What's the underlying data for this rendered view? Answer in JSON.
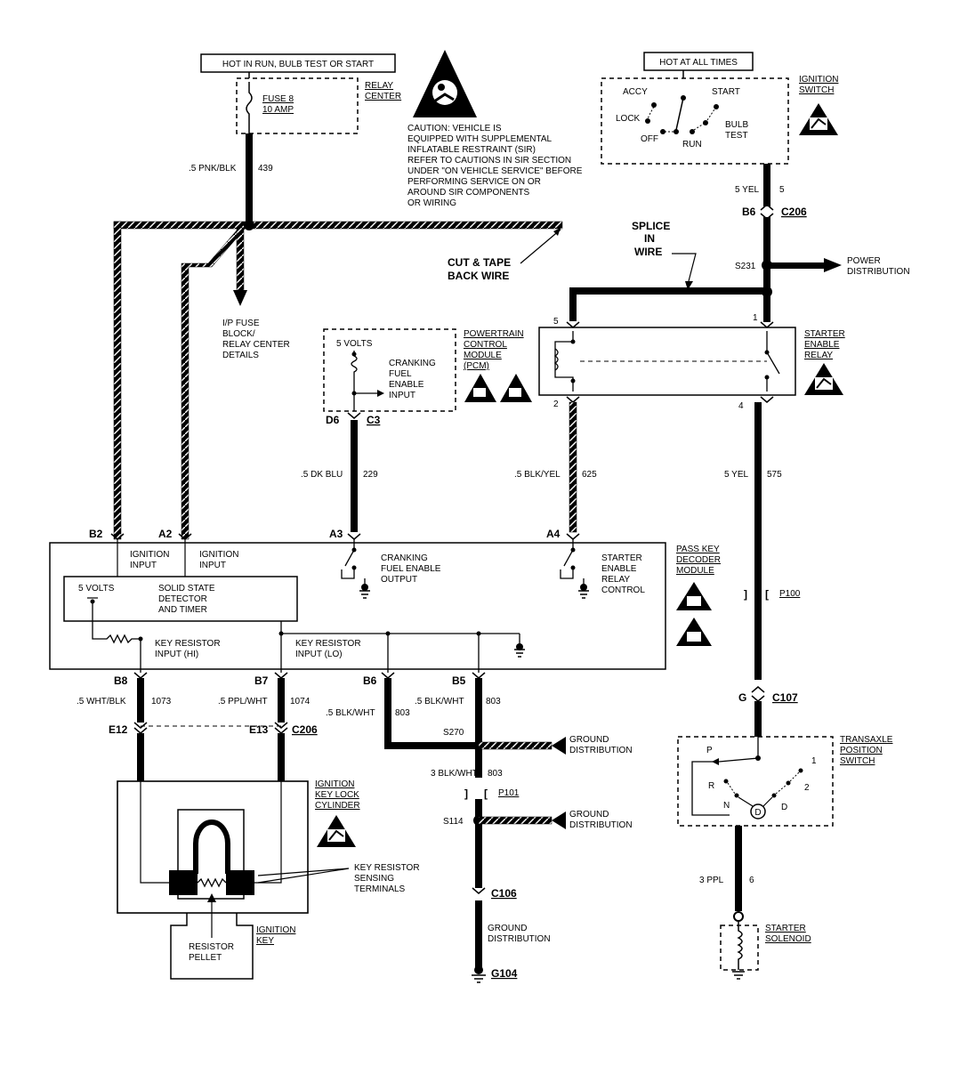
{
  "labels": {
    "hot_run": "HOT IN RUN, BULB TEST OR START",
    "hot_all": "HOT AT ALL TIMES",
    "fuse_l1": "FUSE 8",
    "fuse_l2": "10 AMP",
    "relay_center_l1": "RELAY",
    "relay_center_l2": "CENTER",
    "caution": [
      "CAUTION: VEHICLE IS",
      "EQUIPPED WITH SUPPLEMENTAL",
      "INFLATABLE RESTRAINT (SIR)",
      "REFER TO CAUTIONS IN SIR SECTION",
      "UNDER \"ON VEHICLE SERVICE\" BEFORE",
      "PERFORMING SERVICE ON OR",
      "AROUND SIR COMPONENTS",
      "OR WIRING"
    ],
    "ign_switch_l1": "IGNITION",
    "ign_switch_l2": "SWITCH",
    "accy": "ACCY",
    "start": "START",
    "lock": "LOCK",
    "off": "OFF",
    "run": "RUN",
    "bulb": "BULB",
    "test": "TEST",
    "w_pnk": ".5 PNK/BLK",
    "c_439": "439",
    "w_5yel_top": "5 YEL",
    "c_5": "5",
    "b6_top": "B6",
    "c206_top": "C206",
    "cut_l1": "CUT & TAPE",
    "cut_l2": "BACK WIRE",
    "splice_l1": "SPLICE",
    "splice_l2": "IN",
    "splice_l3": "WIRE",
    "s231": "S231",
    "power_l1": "POWER",
    "power_l2": "DISTRIBUTION",
    "ip_l1": "I/P FUSE",
    "ip_l2": "BLOCK/",
    "ip_l3": "RELAY CENTER",
    "ip_l4": "DETAILS",
    "five_volts": "5 VOLTS",
    "crank_l1": "CRANKING",
    "crank_l2": "FUEL",
    "crank_l3": "ENABLE",
    "crank_l4": "INPUT",
    "pcm_l1": "POWERTRAIN",
    "pcm_l2": "CONTROL",
    "pcm_l3": "MODULE",
    "pcm_l4": "(PCM)",
    "ser_l1": "STARTER",
    "ser_l2": "ENABLE",
    "ser_l3": "RELAY",
    "pin_5": "5",
    "pin_1": "1",
    "pin_2": "2",
    "pin_4": "4",
    "d6": "D6",
    "c3": "C3",
    "w_dkblu": ".5 DK BLU",
    "c_229": "229",
    "w_blkyel": ".5 BLK/YEL",
    "c_625": "625",
    "w_5yel_mid": "5 YEL",
    "c_575": "575",
    "b2": "B2",
    "a2": "A2",
    "a3": "A3",
    "a4": "A4",
    "ign_input_l1": "IGNITION",
    "ign_input_l2": "INPUT",
    "cfe_out_l1": "CRANKING",
    "cfe_out_l2": "FUEL ENABLE",
    "cfe_out_l3": "OUTPUT",
    "serc_l1": "STARTER",
    "serc_l2": "ENABLE",
    "serc_l3": "RELAY",
    "serc_l4": "CONTROL",
    "pkd_l1": "PASS KEY",
    "pkd_l2": "DECODER",
    "pkd_l3": "MODULE",
    "ssd_l1": "SOLID STATE",
    "ssd_l2": "DETECTOR",
    "ssd_l3": "AND TIMER",
    "kri_hi_l1": "KEY RESISTOR",
    "kri_hi_l2": "INPUT (HI)",
    "kri_lo_l1": "KEY RESISTOR",
    "kri_lo_l2": "INPUT (LO)",
    "p100": "P100",
    "b8": "B8",
    "b7": "B7",
    "b6": "B6",
    "b5": "B5",
    "w_whtblk": ".5 WHT/BLK",
    "c_1073": "1073",
    "w_pplwht": ".5 PPL/WHT",
    "c_1074": "1074",
    "w_blkwht1": ".5 BLK/WHT",
    "c_803a": "803",
    "w_blkwht2": ".5 BLK/WHT",
    "c_803b": "803",
    "g_pin": "G",
    "c107": "C107",
    "e12": "E12",
    "e13": "E13",
    "c206_bot": "C206",
    "s270": "S270",
    "gnd_l1": "GROUND",
    "gnd_l2": "DISTRIBUTION",
    "w_3blkwht": "3 BLK/WHT",
    "c_803c": "803",
    "p101": "P101",
    "s114": "S114",
    "c106": "C106",
    "g104": "G104",
    "tps_l1": "TRANSAXLE",
    "tps_l2": "POSITION",
    "tps_l3": "SWITCH",
    "tp_p": "P",
    "tp_r": "R",
    "tp_n": "N",
    "tp_d": "D",
    "tp_1": "1",
    "tp_2": "2",
    "tp_circle": "D",
    "ikl_l1": "IGNITION",
    "ikl_l2": "KEY LOCK",
    "ikl_l3": "CYLINDER",
    "krst_l1": "KEY RESISTOR",
    "krst_l2": "SENSING",
    "krst_l3": "TERMINALS",
    "ign_key_l1": "IGNITION",
    "ign_key_l2": "KEY",
    "pellet_l1": "RESISTOR",
    "pellet_l2": "PELLET",
    "w_3ppl": "3 PPL",
    "c_6": "6",
    "sol_l1": "STARTER",
    "sol_l2": "SOLENOID"
  }
}
